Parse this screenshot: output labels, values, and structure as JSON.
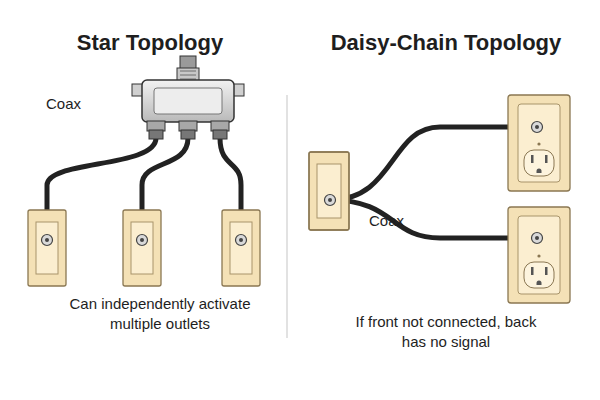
{
  "diagram": {
    "labels": [
      "Star Topology",
      "Coax",
      "Can independently activate multiple outlets",
      "Daisy-Chain Topology",
      "Coax",
      "If front not connected, back has no signal"
    ]
  }
}
